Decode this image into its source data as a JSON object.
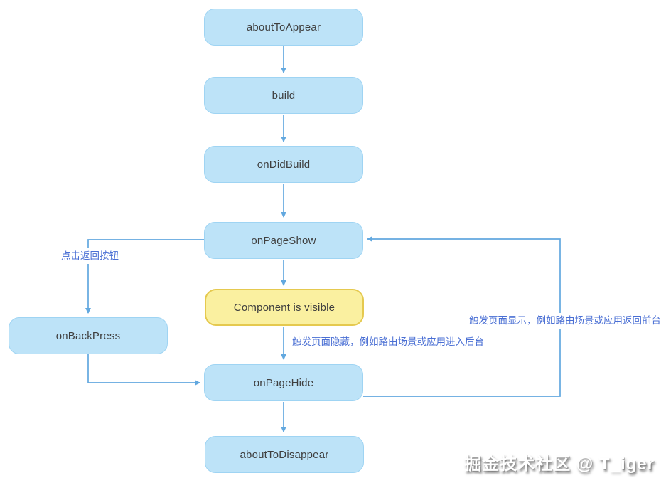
{
  "diagram": {
    "title_implied": "Page/component lifecycle flowchart",
    "nodes": [
      {
        "id": "aboutToAppear",
        "label": "aboutToAppear",
        "type": "blue"
      },
      {
        "id": "build",
        "label": "build",
        "type": "blue"
      },
      {
        "id": "onDidBuild",
        "label": "onDidBuild",
        "type": "blue"
      },
      {
        "id": "onPageShow",
        "label": "onPageShow",
        "type": "blue"
      },
      {
        "id": "componentVisible",
        "label": "Component is visible",
        "type": "yellow"
      },
      {
        "id": "onPageHide",
        "label": "onPageHide",
        "type": "blue"
      },
      {
        "id": "aboutToDisappear",
        "label": "aboutToDisappear",
        "type": "blue"
      },
      {
        "id": "onBackPress",
        "label": "onBackPress",
        "type": "blue"
      }
    ],
    "edges": [
      {
        "from": "aboutToAppear",
        "to": "build"
      },
      {
        "from": "build",
        "to": "onDidBuild"
      },
      {
        "from": "onDidBuild",
        "to": "onPageShow"
      },
      {
        "from": "onPageShow",
        "to": "componentVisible"
      },
      {
        "from": "componentVisible",
        "to": "onPageHide",
        "label": "触发页面隐藏，例如路由场景或应用进入后台"
      },
      {
        "from": "onPageHide",
        "to": "aboutToDisappear"
      },
      {
        "from": "onPageShow",
        "to": "onBackPress",
        "label": "点击返回按钮"
      },
      {
        "from": "onBackPress",
        "to": "onPageHide"
      },
      {
        "from": "onPageHide",
        "to": "onPageShow",
        "label": "触发页面显示，例如路由场景或应用返回前台"
      }
    ],
    "edge_labels": {
      "back_button": "点击返回按钮",
      "page_hide": "触发页面隐藏，例如路由场景或应用进入后台",
      "page_show": "触发页面显示，例如路由场景或应用返回前台"
    },
    "colors": {
      "node_fill": "#bde3f8",
      "node_border": "#9fd4f3",
      "highlight_fill": "#faf0a0",
      "highlight_border": "#e5c94f",
      "line": "#62a8df",
      "edge_label_text": "#4a6fd4",
      "node_text": "#3f3f3f"
    }
  },
  "watermark": {
    "text": "掘金技术社区 @ T_iger"
  }
}
